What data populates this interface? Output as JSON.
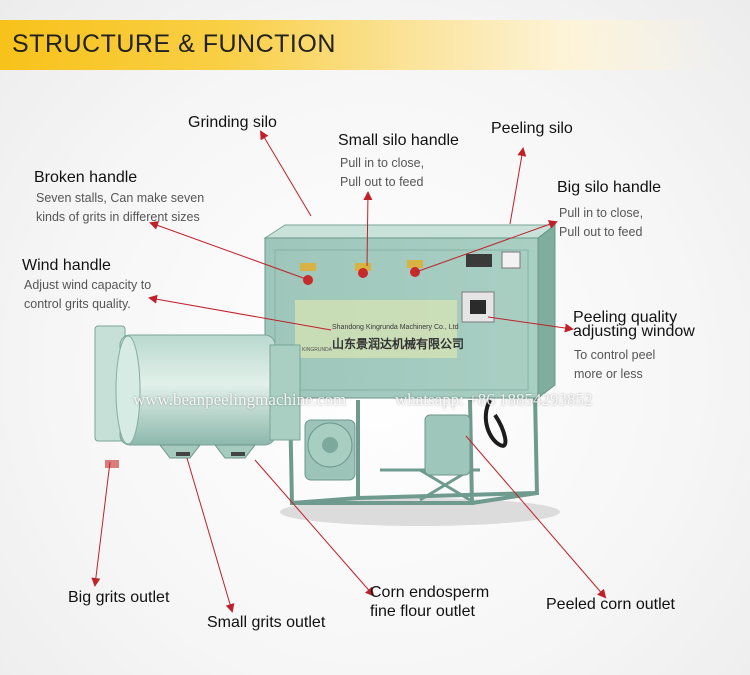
{
  "header": {
    "title": "STRUCTURE & FUNCTION"
  },
  "labels": {
    "grinding_silo": "Grinding silo",
    "small_silo_handle": "Small silo handle",
    "small_silo_desc_1": "Pull in to close,",
    "small_silo_desc_2": "Pull out to feed",
    "peeling_silo": "Peeling silo",
    "big_silo_handle": "Big silo handle",
    "big_silo_desc_1": "Pull in to close,",
    "big_silo_desc_2": "Pull out to feed",
    "broken_handle": "Broken handle",
    "broken_desc_1": "Seven stalls, Can make seven",
    "broken_desc_2": "kinds of grits in different sizes",
    "wind_handle": "Wind handle",
    "wind_desc_1": "Adjust wind capacity to",
    "wind_desc_2": "control grits quality.",
    "peeling_quality_1": "Peeling quality",
    "peeling_quality_2": "adjusting window",
    "peeling_quality_desc_1": "To control peel",
    "peeling_quality_desc_2": "more or less",
    "big_grits_outlet": "Big grits outlet",
    "small_grits_outlet": "Small grits outlet",
    "corn_endosperm_1": "Corn endosperm",
    "corn_endosperm_2": "fine flour outlet",
    "peeled_corn_outlet": "Peeled corn outlet"
  },
  "watermark": {
    "website": "www.beanpeelingmachine.com",
    "whatsapp": "whatsapp: +86 18854293852"
  },
  "machine_brand": {
    "english": "Shandong Kingrunda Machinery Co., Ltd",
    "chinese": "山东景润达机械有限公司",
    "short": "KINGRUNDA"
  },
  "colors": {
    "banner": "#f7c21a",
    "machine_body": "#8fbdb0",
    "arrow": "#c0202a"
  }
}
